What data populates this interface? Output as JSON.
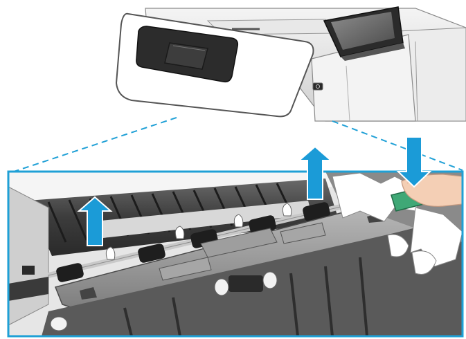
{
  "figure": {
    "kind": "printer-jam-clearing-illustration",
    "views": [
      "printer-overview",
      "detail-callout"
    ],
    "icons": [
      "up-arrow-icon",
      "up-arrow-icon",
      "up-arrow-icon",
      "down-arrow-icon",
      "finger-pressing-lever-icon"
    ],
    "colors": {
      "callout_frame": "#1fa0d6",
      "arrow": "#1b9bd7",
      "lever": "#3fa876",
      "printer_body": "#d9d9d9",
      "printer_dark": "#3a3a3a",
      "panel_dark": "#222222",
      "metal": "#9a9a9a"
    }
  }
}
